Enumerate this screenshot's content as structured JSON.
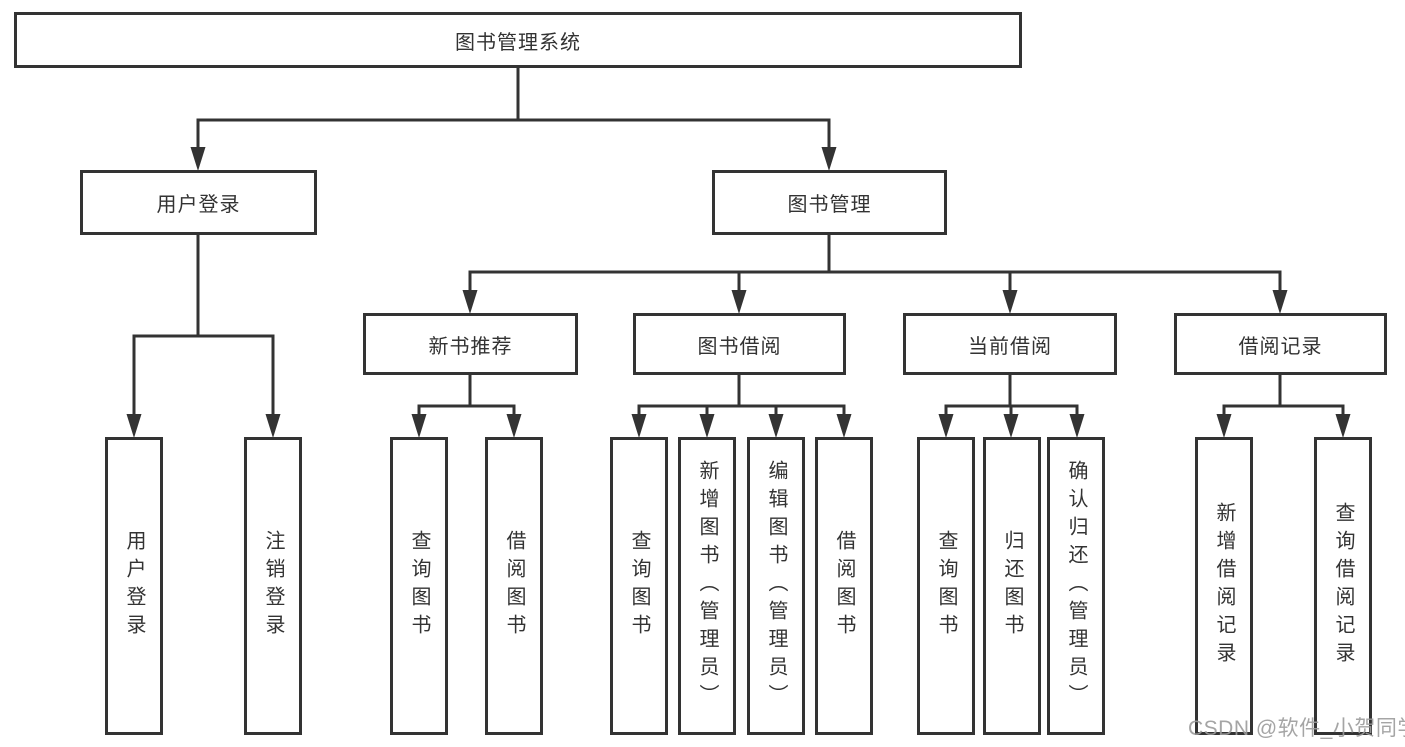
{
  "tree": {
    "root": {
      "label": "图书管理系统"
    },
    "level2": [
      {
        "label": "用户登录",
        "parent": "图书管理系统"
      },
      {
        "label": "图书管理",
        "parent": "图书管理系统"
      }
    ],
    "level3": [
      {
        "label": "新书推荐",
        "parent": "图书管理"
      },
      {
        "label": "图书借阅",
        "parent": "图书管理"
      },
      {
        "label": "当前借阅",
        "parent": "图书管理"
      },
      {
        "label": "借阅记录",
        "parent": "图书管理"
      }
    ],
    "leaves": [
      {
        "label": "用户登录",
        "parent": "用户登录"
      },
      {
        "label": "注销登录",
        "parent": "用户登录"
      },
      {
        "label": "查询图书",
        "parent": "新书推荐"
      },
      {
        "label": "借阅图书",
        "parent": "新书推荐"
      },
      {
        "label": "查询图书",
        "parent": "图书借阅"
      },
      {
        "label": "新增图书（管理员）",
        "parent": "图书借阅"
      },
      {
        "label": "编辑图书（管理员）",
        "parent": "图书借阅"
      },
      {
        "label": "借阅图书",
        "parent": "图书借阅"
      },
      {
        "label": "查询图书",
        "parent": "当前借阅"
      },
      {
        "label": "归还图书",
        "parent": "当前借阅"
      },
      {
        "label": "确认归还（管理员）",
        "parent": "当前借阅"
      },
      {
        "label": "新增借阅记录",
        "parent": "借阅记录"
      },
      {
        "label": "查询借阅记录",
        "parent": "借阅记录"
      }
    ]
  },
  "watermark": {
    "text": "CSDN @软件_小贺同学"
  },
  "colors": {
    "line": "#333333",
    "box_border": "#333333",
    "text": "#333333",
    "box_background": "#ffffff",
    "background": "#ffffff",
    "watermark": "#9b9b9b"
  }
}
